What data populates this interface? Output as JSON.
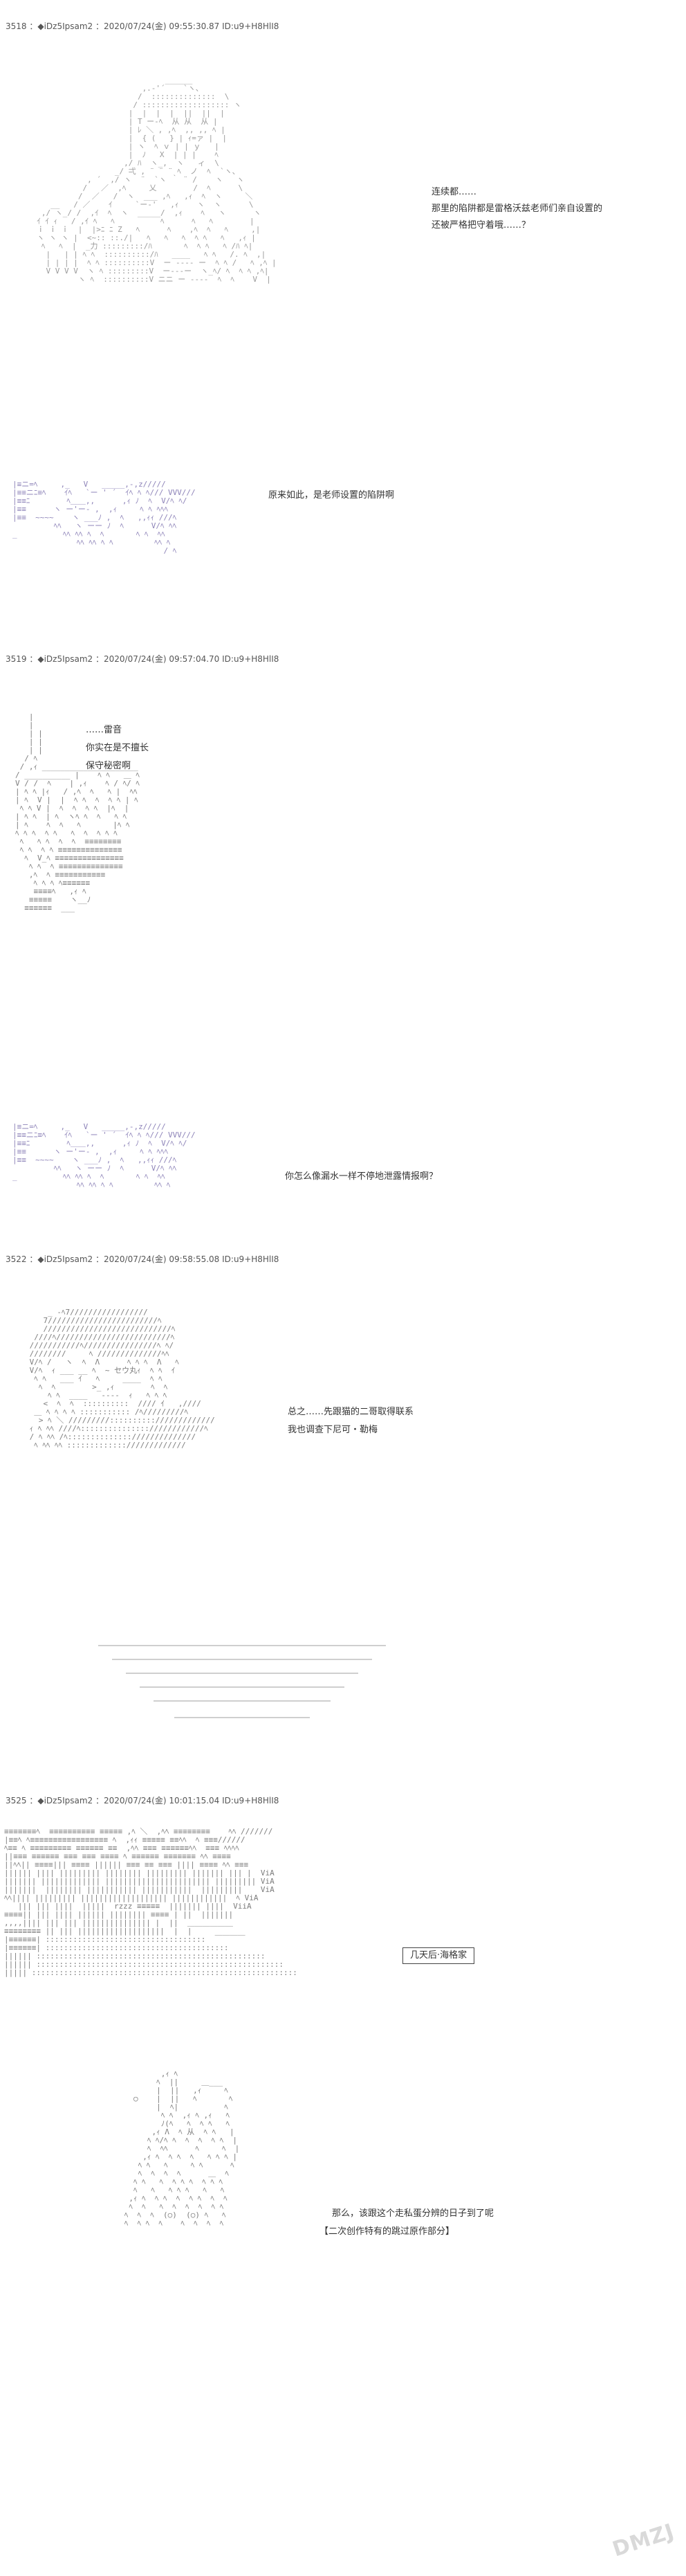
{
  "posts": [
    {
      "header": "3518 ：◆iDz5Ipsam2 ：2020/07/24(金) 09:55:30.87 ID:u9+H8HlI8",
      "lines": [
        "连续都……",
        "那里的陷阱都是雷格沃兹老师们亲自设置的",
        "还被严格把守着哦……？",
        "原来如此，是老师设置的陷阱啊"
      ]
    },
    {
      "header": "3519 ：◆iDz5Ipsam2 ：2020/07/24(金) 09:57:04.70 ID:u9+H8HlI8",
      "lines": [
        "……雷音",
        "你实在是不擅长",
        "保守秘密啊",
        "你怎么像漏水一样不停地泄露情报啊？"
      ]
    },
    {
      "header": "3522 ：◆iDz5Ipsam2 ：2020/07/24(金) 09:58:55.08 ID:u9+H8HlI8",
      "lines": [
        "总之……先跟猫的二哥取得联系",
        "我也调查下尼可・勒梅"
      ]
    },
    {
      "header": "3525 ：◆iDz5Ipsam2 ：2020/07/24(金) 10:01:15.04 ID:u9+H8HlI8",
      "label": "几天后·海格家",
      "lines": [
        "那么，该跟这个走私蛋分辨的日子到了呢",
        "【二次创作特有的跳过原作部分】"
      ]
    }
  ],
  "watermark": "DMZJ"
}
